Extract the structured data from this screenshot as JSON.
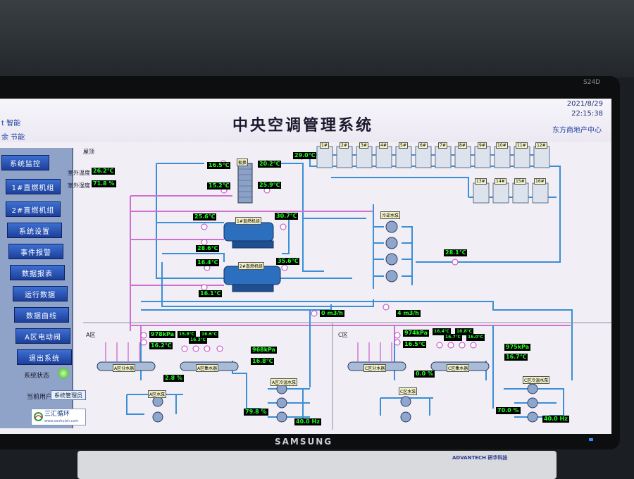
{
  "window": {
    "title": "中央空调管理系统",
    "top_left_1": "t 智能",
    "top_left_2": "余 节能",
    "date": "2021/8/29",
    "time": "22:15:38",
    "site": "东方商地产中心"
  },
  "nav": {
    "items": [
      "系统监控",
      "1#直燃机组",
      "2#直燃机组",
      "系统设置",
      "事件报警",
      "数据报表",
      "运行数据",
      "数据曲线",
      "A区电动阀",
      "退出系统"
    ],
    "status_label": "系统状态",
    "user_label": "当前用户",
    "user_value": "系统管理员",
    "logo_text": "三汇循环",
    "logo_url": "www.sanhuixh.com"
  },
  "panel": {
    "area_label": "屋顶",
    "outdoor_temp_label": "室外温度",
    "outdoor_temp": "26.2℃",
    "outdoor_humidity_label": "室外湿度",
    "outdoor_humidity": "71.8 %"
  },
  "plant": {
    "hx_label": "板换",
    "hx_in_left": "16.5℃",
    "hx_out_left": "15.2℃",
    "hx_in_right": "20.2℃",
    "hx_out_right": "25.9℃",
    "tower_supply": "29.0℃",
    "towers_row1": [
      "1#",
      "2#",
      "3#",
      "4#",
      "5#",
      "6#",
      "7#",
      "8#",
      "9#",
      "10#",
      "11#",
      "12#"
    ],
    "towers_row2": [
      "13#",
      "14#",
      "15#",
      "16#"
    ],
    "chiller1_label": "1#直燃机组",
    "c1_t1": "25.6℃",
    "c1_t2": "30.7℃",
    "c1_t3": "28.6℃",
    "chiller2_label": "2#直燃机组",
    "c2_t1": "16.4℃",
    "c2_t2": "35.6℃",
    "c2_t3": "16.1℃",
    "cw_pump_label": "冷却水泵",
    "cw_return": "28.1℃",
    "flow1": "0 m3/h",
    "flow2": "4 m3/h"
  },
  "zone_a": {
    "label": "A区",
    "pressure": "978kPa",
    "temp": "16.2℃",
    "sub_temps": [
      "15.8℃",
      "16.3℃",
      "16.6℃"
    ],
    "pressure2": "968kPa",
    "temp2": "16.8℃",
    "supply_header": "A区分水器",
    "return_header": "A区集水器",
    "pump_label": "A区水泵",
    "pump2_label": "A区冷温水泵",
    "valve": "2.8 %",
    "valve2": "79.8 %",
    "freq": "40.0 Hz"
  },
  "zone_c": {
    "label": "C区",
    "pressure": "974kPa",
    "temp": "16.5℃",
    "sub_temps": [
      "16.4℃",
      "16.7℃",
      "16.8℃",
      "16.0℃"
    ],
    "pressure2": "975kPa",
    "temp2": "16.7℃",
    "supply_header": "C区分水器",
    "return_header": "C区集水器",
    "pump_label": "C区水泵",
    "pump2_label": "C区冷温水泵",
    "valve": "0.0 %",
    "valve2": "70.0 %",
    "freq": "40.0 Hz"
  },
  "monitor": {
    "brand": "SAMSUNG",
    "model": "S24D",
    "keyboard_brand": "ADVANTECH 研华科技"
  },
  "colors": {
    "supply_pipe": "#3a8fd6",
    "return_pipe": "#d070d0",
    "value_text": "#23ff23",
    "nav_button": "#2a55b8"
  }
}
